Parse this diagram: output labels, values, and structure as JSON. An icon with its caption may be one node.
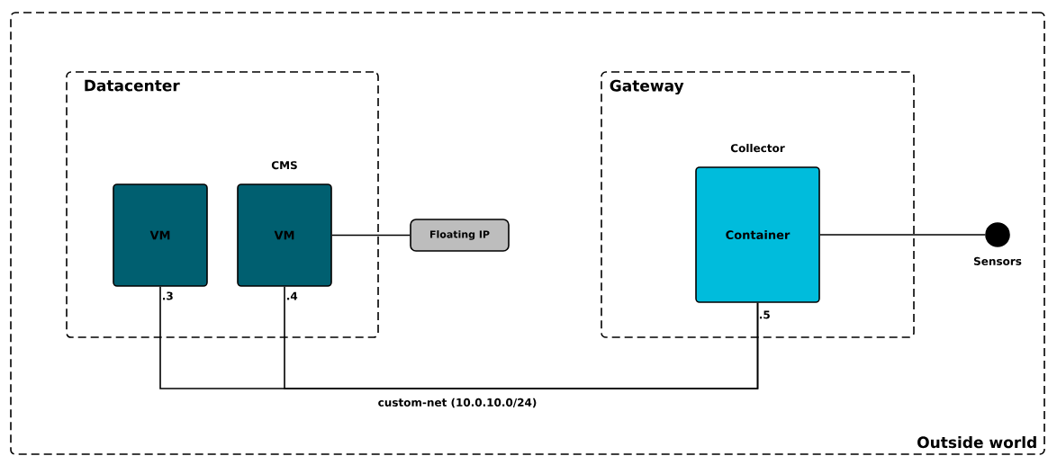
{
  "diagram": {
    "nodes": [
      {
        "text": [
          "Outside world"
        ]
      },
      {
        "text": [
          "Datacenter"
        ],
        "in": 0
      },
      {
        "text": [
          "VM"
        ],
        "in": 1,
        "beside": [
          ".3"
        ]
      },
      {
        "text": [
          "CMS",
          "VM"
        ],
        "in": 1,
        "beside": [
          ".4"
        ]
      },
      {
        "text": [
          "Floating IP"
        ],
        "in": 0
      },
      {
        "text": [
          "Gateway"
        ],
        "in": 0
      },
      {
        "text": [
          "Collector",
          "Container"
        ],
        "in": 5,
        "beside": [
          ".5"
        ]
      },
      {
        "text": [
          "Sensors"
        ],
        "in": 0
      }
    ],
    "edges": [
      {
        "from": 2,
        "to": 6,
        "arrow": "none",
        "label": "custom-net (10.0.10.0/24)"
      },
      {
        "from": 3,
        "to": 6,
        "arrow": "none"
      },
      {
        "from": 3,
        "to": 4,
        "arrow": "none"
      },
      {
        "from": 6,
        "to": 7,
        "arrow": "none"
      }
    ]
  }
}
